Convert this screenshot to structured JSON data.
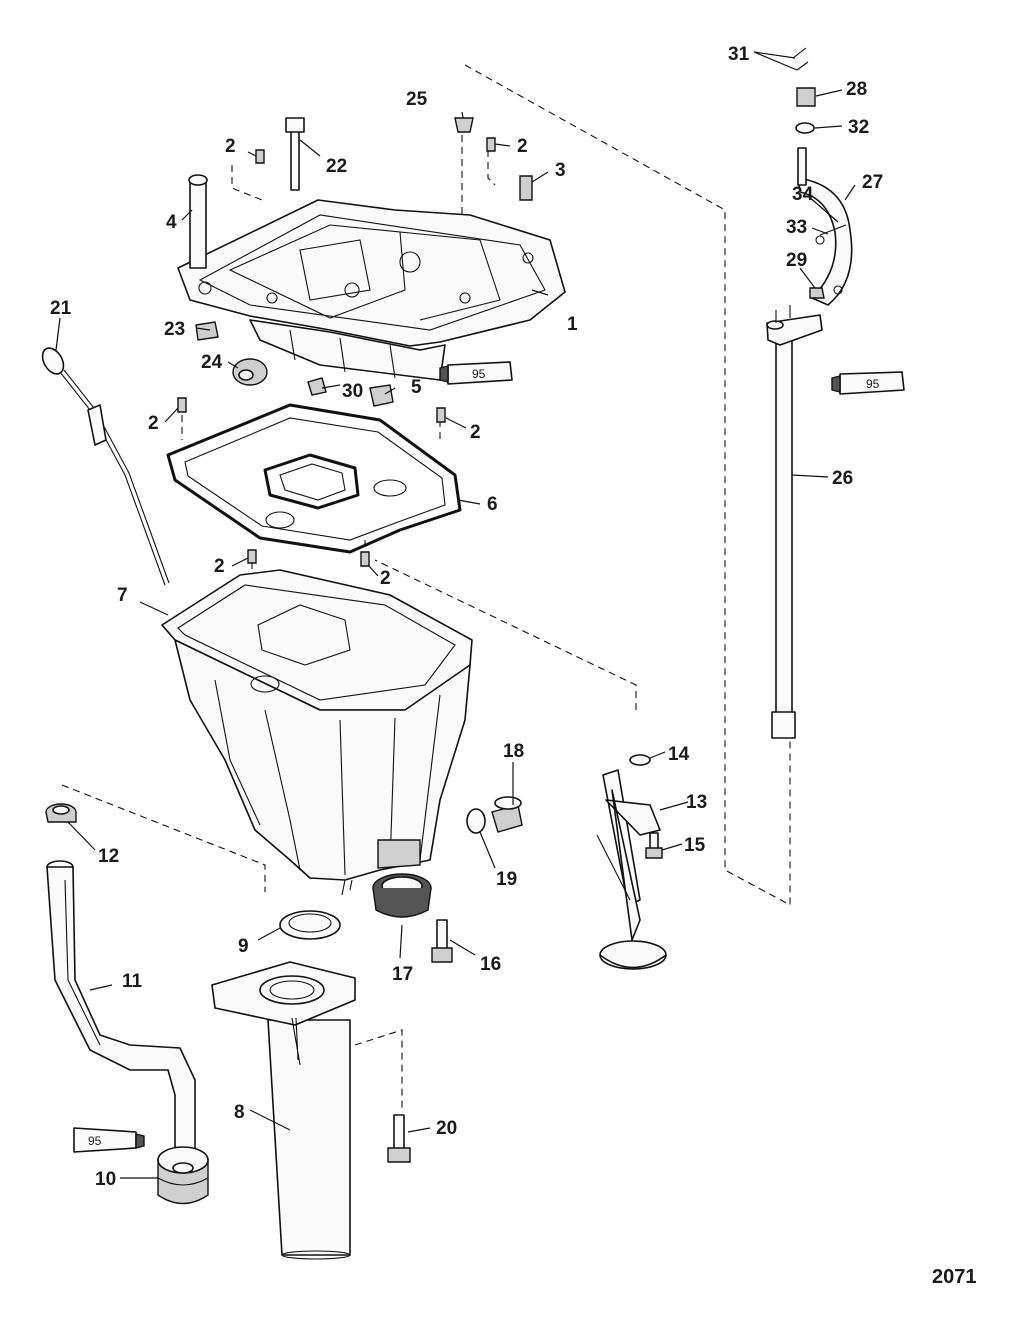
{
  "figure_number": "2071",
  "sealant_tube_label": "95",
  "callouts": {
    "c1": "1",
    "c2": "2",
    "c3": "3",
    "c4": "4",
    "c5": "5",
    "c6": "6",
    "c7": "7",
    "c8": "8",
    "c9": "9",
    "c10": "10",
    "c11": "11",
    "c12": "12",
    "c13": "13",
    "c14": "14",
    "c15": "15",
    "c16": "16",
    "c17": "17",
    "c18": "18",
    "c19": "19",
    "c20": "20",
    "c21": "21",
    "c22": "22",
    "c23": "23",
    "c24": "24",
    "c25": "25",
    "c26": "26",
    "c27": "27",
    "c28": "28",
    "c29": "29",
    "c30": "30",
    "c31": "31",
    "c32": "32",
    "c33": "33",
    "c34": "34"
  }
}
